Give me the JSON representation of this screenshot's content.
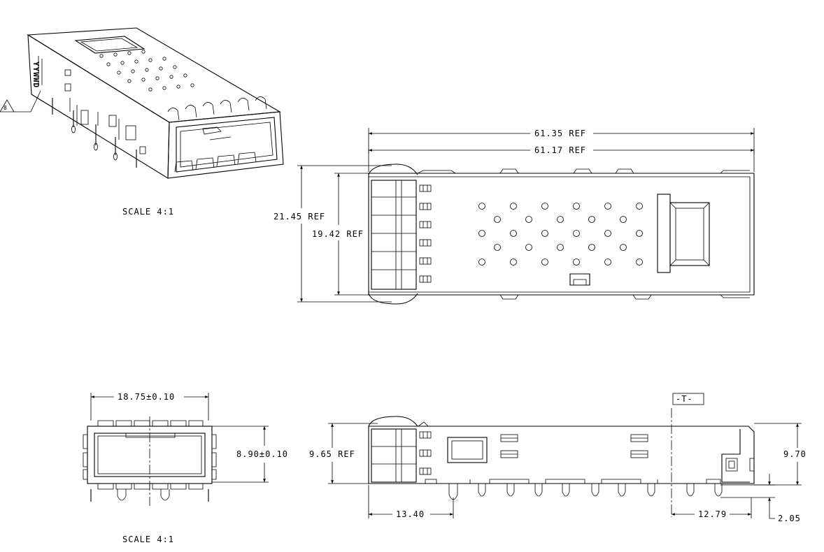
{
  "views": {
    "isometric": {
      "callout": "8",
      "marking": "YYWWD"
    },
    "scale_top": "SCALE  4:1",
    "scale_bottom": "SCALE  4:1"
  },
  "dimensions": {
    "overall_length_ref": "61.35 REF",
    "body_length_ref": "61.17 REF",
    "outer_width_ref": "21.45 REF",
    "inner_width_ref": "19.42 REF",
    "front_width": "18.75±0.10",
    "front_height": "8.90±0.10",
    "side_height_ref": "9.65 REF",
    "rear_height": "9.70",
    "front_offset": "13.40",
    "rear_offset": "12.79",
    "pin_length": "2.05",
    "datum": "-T-"
  }
}
